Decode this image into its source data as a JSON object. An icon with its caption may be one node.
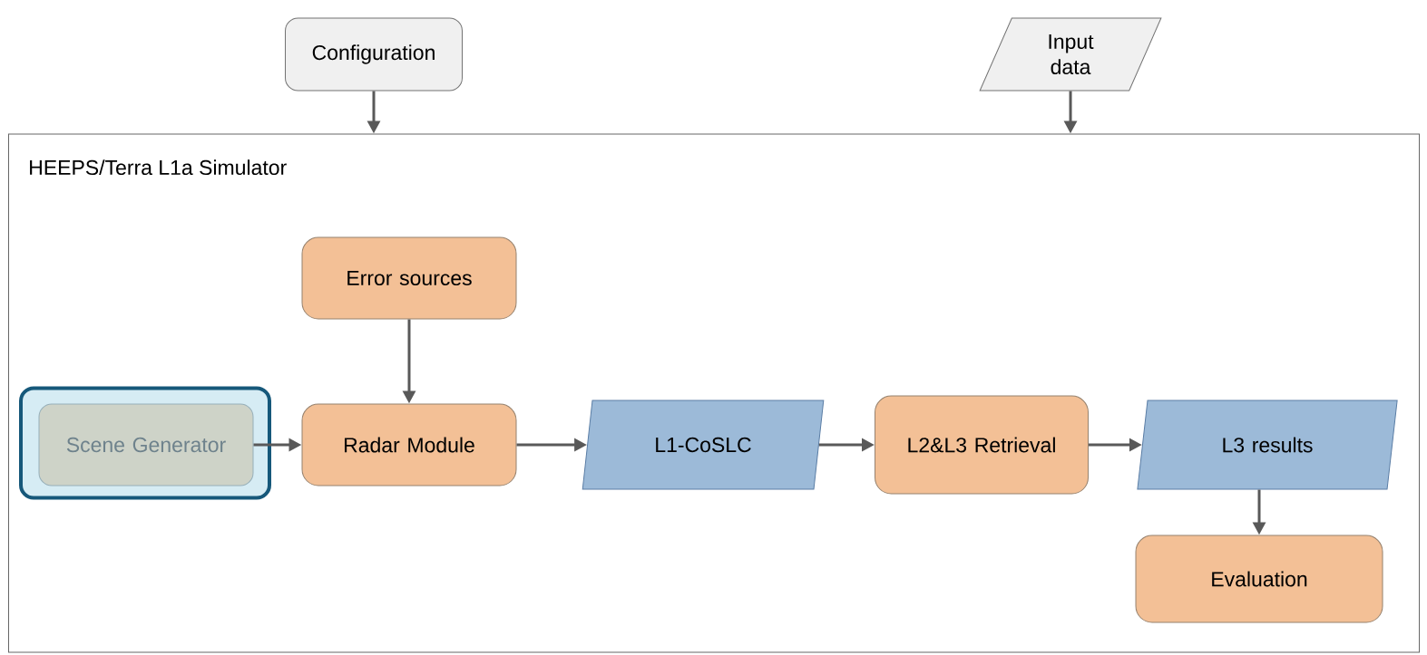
{
  "diagram": {
    "nodes": [
      {
        "text": [
          "Configuration"
        ]
      },
      {
        "text": [
          "Input data"
        ]
      },
      {
        "text": [
          "HEEPS/Terra L1a Simulator"
        ]
      },
      {
        "text": [],
        "shape": "box",
        "in": 2
      },
      {
        "text": [
          "Error sources"
        ],
        "in": 2
      },
      {
        "text": [
          "Scene Generator"
        ],
        "in": 3
      },
      {
        "text": [
          "Radar Module"
        ],
        "in": 2
      },
      {
        "text": [
          "L1-CoSLC"
        ],
        "in": 2
      },
      {
        "text": [
          "L2&L3 Retrieval"
        ],
        "in": 2
      },
      {
        "text": [
          "L3 results"
        ],
        "in": 2
      },
      {
        "text": [
          "Evaluation"
        ],
        "in": 2
      }
    ],
    "edges": [
      {
        "from": 0,
        "to": 2,
        "arrow": "to"
      },
      {
        "from": 1,
        "to": 2,
        "arrow": "to"
      },
      {
        "from": 4,
        "to": 6,
        "arrow": "to"
      },
      {
        "from": 5,
        "to": 6,
        "arrow": "to"
      },
      {
        "from": 6,
        "to": 7,
        "arrow": "to"
      },
      {
        "from": 7,
        "to": 8,
        "arrow": "to"
      },
      {
        "from": 8,
        "to": 9,
        "arrow": "to"
      },
      {
        "from": 9,
        "to": 10,
        "arrow": "to"
      }
    ]
  }
}
